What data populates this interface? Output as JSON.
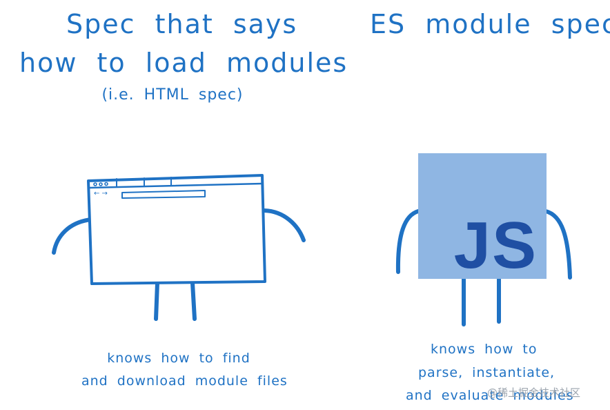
{
  "left": {
    "title_line1": "Spec that says",
    "title_line2": "how to load modules",
    "subtitle": "(i.e. HTML spec)",
    "caption_line1": "knows how to find",
    "caption_line2": "and download module files",
    "window_nav": "← →"
  },
  "right": {
    "title": "ES module spec",
    "logo_text": "JS",
    "caption_line1": "knows how to",
    "caption_line2": "parse, instantiate,",
    "caption_line3": "and evaluate modules"
  },
  "watermark": "@稀土掘金技术社区",
  "colors": {
    "ink": "#1f72c4",
    "js_box": "#8fb6e3",
    "js_text": "#1f4fa3"
  }
}
